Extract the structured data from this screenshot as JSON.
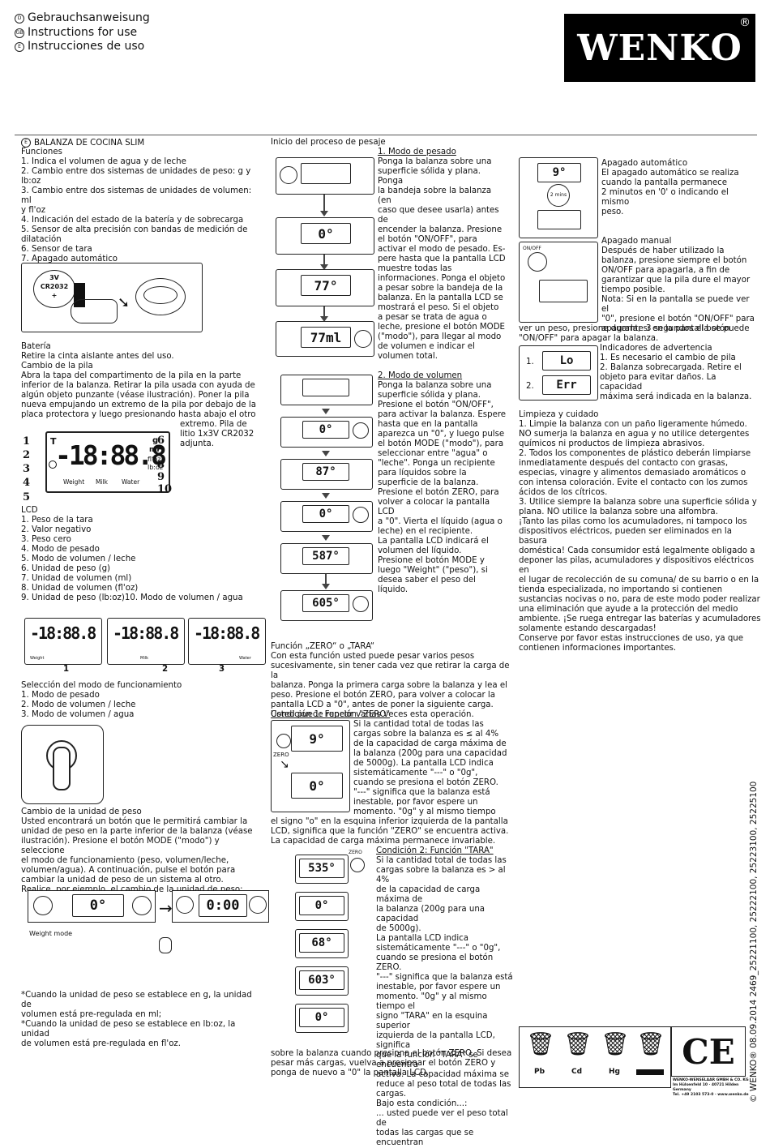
{
  "header": {
    "lang_de": "Gebrauchsanweisung",
    "lang_gb": "Instructions for use",
    "lang_es": "Instrucciones de uso",
    "badge_de": "D",
    "badge_gb": "GB",
    "badge_es": "E",
    "logo": "WENKO",
    "logo_reg": "®"
  },
  "col1": {
    "badge": "E",
    "title": "BALANZA DE COCINA SLIM",
    "funciones_title": "Funciones",
    "funciones": "1. Indica el volumen de agua y de leche\n2. Cambio entre dos sistemas de unidades de peso: g y\n    lb:oz\n3. Cambio entre dos sistemas de unidades de volumen: ml\n    y fl'oz\n4. Indicación del estado de la batería y de sobrecarga\n5. Sensor de alta precisión con bandas de medición de\n    dilatación\n6. Sensor de tara\n7. Apagado automático",
    "battery_label": "3V\nCR2032\n+",
    "bateria_title": "Batería",
    "bateria_text": "Retire la cinta aislante antes del uso.",
    "cambio_pila_title": "Cambio de la pila",
    "cambio_pila_text": "Abra la tapa del compartimento de la pila en la parte\ninferior de la balanza. Retirar la pila usada con ayuda de\nalgún objeto punzante (véase ilustración). Poner la pila\nnueva empujando un extremo de la pila por debajo de la\nplaca protectora y luego presionando hasta abajo el otro",
    "cambio_pila_tail": "extremo. Pila de\nlitio 1x3V CR2032\nadjunta.",
    "lcd_digits": "-18:88.8",
    "lcd_units": {
      "g": "g",
      "ml": "ml",
      "floz": "fl'oz",
      "lboz": "lb:oz",
      "t": "T"
    },
    "lcd_modes": {
      "weight": "Weight",
      "milk": "Milk",
      "water": "Water"
    },
    "lcd_callouts_left": [
      "1",
      "2",
      "3",
      "4"
    ],
    "lcd_callouts_right": [
      "6",
      "7",
      "8",
      "9",
      "10"
    ],
    "lcd_callout_bottom": "5",
    "lcd_title": "LCD",
    "lcd_list": "1. Peso de la tara\n2. Valor negativo\n3. Peso cero\n4. Modo de pesado\n5. Modo de volumen / leche\n6. Unidad de peso (g)\n7. Unidad de volumen (ml)\n8. Unidad de volumen (fl'oz)\n9. Unidad de peso (lb:oz)10. Modo de volumen / agua",
    "mini_lcds": [
      "1",
      "2",
      "3"
    ],
    "seleccion_title": "Selección del modo de funcionamiento",
    "seleccion_list": "1. Modo de pesado\n2. Modo de volumen / leche\n3. Modo de volumen / agua",
    "cambio_unidad_title": "Cambio de la unidad de peso",
    "cambio_unidad_text": "Usted encontrará un botón que le permitirá cambiar la\nunidad de peso en la parte inferior de la balanza (véase\nilustración). Presione el botón MODE (\"modo\") y seleccione\nel modo de funcionamiento (peso, volumen/leche,\nvolumen/agua). A continuación, pulse el botón para\ncambiar la unidad de peso de un sistema al otro.\nRealice, por ejemplo, el cambio de la unidad de peso:",
    "weight_mode_label": "Weight mode",
    "unit_example_a": "0°",
    "unit_example_b": "0:00",
    "note": "*Cuando la unidad de peso se establece en g, la unidad de\nvolumen está pre-regulada en ml;\n*Cuando la unidad de peso se establece en lb:oz, la unidad\nde volumen está pre-regulada en fl'oz."
  },
  "col2": {
    "inicio_title": "Inicio del proceso de pesaje",
    "modo_pesado_title": "1. Modo de pesado",
    "modo_pesado_text": "Ponga la balanza sobre una\nsuperficie sólida y plana. Ponga\nla bandeja sobre la balanza (en\ncaso que desee usarla) antes de\nencender la balanza. Presione\nel botón \"ON/OFF\", para\nactivar el modo de pesado. Es-\npere hasta que la pantalla LCD\nmuestre todas las\ninformaciones. Ponga el objeto\na pesar sobre la bandeja de la\nbalanza. En la pantalla LCD se\nmostrará el peso. Si el objeto\na pesar se trata de agua o\nleche, presione el botón MODE\n(\"modo\"), para llegar al modo\nde volumen e indicar el\nvolumen total.",
    "pesado_displays": [
      "",
      "0°",
      "77°",
      "77ml"
    ],
    "modo_volumen_title": "2. Modo de volumen",
    "modo_volumen_text": "Ponga la balanza sobre una\nsuperficie sólida y plana.\nPresione el botón \"ON/OFF\",\npara activar la balanza. Espere\nhasta que en la pantalla\naparezca un \"0\", y luego pulse\nel botón MODE (\"modo\"), para\nseleccionar entre \"agua\" o\n\"leche\". Ponga un recipiente\npara líquidos sobre la\nsuperficie de la balanza.\nPresione el botón ZERO, para\nvolver a colocar la pantalla LCD\na \"0\". Vierta el líquido (agua o\nleche) en el recipiente.\nLa pantalla LCD indicará el\nvolumen del líquido.\nPresione el botón MODE y\nluego \"Weight\" (\"peso\"), si\ndesea saber el peso del líquido.",
    "volumen_displays": [
      "",
      "0°",
      "87°",
      "0°",
      "587°",
      "605°"
    ],
    "zero_title": "Función „ZERO“ o „TARA“",
    "zero_text": "Con esta función usted puede pesar varios pesos\nsucesivamente, sin tener cada vez que retirar la carga de la\nbalanza. Ponga la primera carga sobre la balanza y lea el\npeso. Presione el botón ZERO, para volver a colocar la\npantalla LCD a \"0\", antes de poner la siguiente carga.\nUsted puede repetir varias veces esta operación.",
    "cond1_title": "Condición 1: Función \"ZERO\"",
    "cond1_text": "Si la cantidad total de todas las\ncargas sobre la balanza es ≤ al 4%\nde la capacidad de carga máxima de\nla balanza (200g para una capacidad\nde 5000g). La pantalla LCD indica\nsistemáticamente \"---\" o \"0g\",\ncuando se presiona el botón ZERO.\n\"---\" significa que la balanza está\ninestable, por favor espere un\nmomento. \"0g\" y al mismo tiempo",
    "cond1_tail": "el signo \"o\" en la esquina inferior izquierda de la pantalla\nLCD, significa que la función \"ZERO\" se encuentra activa.\nLa capacidad de carga máxima permanece invariable.",
    "cond1_displays": [
      "9°",
      "0°"
    ],
    "zero_button": "ZERO",
    "cond2_title": "Condición 2: Función \"TARA\"",
    "cond2_text": "Si la cantidad total de todas las\ncargas sobre la balanza es > al 4%\nde la capacidad de carga máxima de\nla balanza (200g para una capacidad\nde 5000g).\nLa pantalla LCD indica\nsistemáticamente \"---\" o \"0g\",\ncuando se presiona el botón ZERO.\n\"---\" significa que la balanza está\ninestable, por favor espere un\nmomento. \"0g\" y al mismo tiempo el\nsigno \"TARA\" en la esquina superior\nizquierda de la pantalla LCD, significa\nque la función \"TARA\" se encuentra\nactiva. La capacidad máxima se\nreduce al peso total de todas las\ncargas.\nBajo esta condición...:\n... usted puede ver el peso total de\ntodas las cargas que se encuentran",
    "cond2_tail": "sobre la balanza cuando presiona el botón  ZERO. Si desea\npesar más cargas, vuelva a presionar el botón ZERO y\nponga de nuevo a \"0\" la pantalla LCD.",
    "cond2_displays": [
      "535°",
      "0°",
      "68°",
      "603°",
      "0°"
    ]
  },
  "col3": {
    "apagado_auto_title": "Apagado automático",
    "apagado_auto_text": "El apagado automático se realiza\ncuando la pantalla permanece\n2 minutos en '0' o indicando el mismo\npeso.",
    "auto_display": "9°",
    "auto_timer": "2 mins",
    "onoff_label": "ON/OFF",
    "apagado_manual_title": "Apagado manual",
    "apagado_manual_text": "Después de haber utilizado la\nbalanza, presione siempre el botón\nON/OFF para apagarla, a fin de\ngarantizar que la pila dure el mayor\ntiempo posible.\nNota: Si en la pantalla se puede ver el\n\"0\", presione el botón \"ON/OFF\" para\napagarla; si en la pantalla se puede",
    "apagado_manual_tail": "ver un peso, presione durante 3 segundos el botón\n\"ON/OFF\" para apagar la balanza.",
    "indicadores_title": "Indicadores de advertencia",
    "indicadores_text": "1. Es necesario el cambio de pila\n2. Balanza sobrecargada. Retire el\nobjeto para evitar daños. La capacidad\nmáxima será indicada en la balanza.",
    "warn_nums": [
      "1.",
      "2."
    ],
    "warn_codes": [
      "Lo",
      "Err"
    ],
    "limpieza_title": "Limpieza y cuidado",
    "limpieza_text": "1. Limpie la balanza con un paño ligeramente húmedo.\n    NO sumerja la balanza en agua y no utilice detergentes\n    químicos ni productos de limpieza abrasivos.\n2. Todos los componentes de plástico deberán limpiarse\n    inmediatamente después del contacto con grasas,\n    especias, vinagre y alimentos demasiado aromáticos o\n    con intensa coloración. Evite el contacto con los zumos\n    ácidos de los cítricos.\n3. Utilice siempre la balanza sobre una superficie sólida y\n    plana. NO utilice la balanza sobre una alfombra.\n¡Tanto las pilas como los acumuladores, ni tampoco los\ndispositivos eléctricos, pueden ser eliminados en la basura\ndoméstica! Cada consumidor está legalmente obligado a\ndeponer las pilas, acumuladores y dispositivos eléctricos en\nel lugar de recolección de su comuna/ de su barrio o en la\ntienda especializada, no importando si contienen\nsustancias nocivas o no, para de este modo poder realizar\nuna eliminación que ayude a la protección del medio\nambiente. ¡Se ruega entregar las baterías y acumuladores\nsolamente estando descargadas!\nConserve por favor estas instrucciones de uso, ya que\ncontienen informaciones importantes.",
    "recycle_labels": [
      "Pb",
      "Cd",
      "Hg"
    ],
    "ce": "CE",
    "company": "WENKO-WENSELAAR GMBH & CO. KG",
    "address": "Im Hülsenfeld 10 · 40721 Hilden Germany",
    "phone": "Tel. +49 2103 573-0 · www.wenko.de"
  },
  "side": {
    "vertical_text": "© WENKO® 08.09.2014  2469_25221100, 25222100, 25223100, 25225100"
  }
}
